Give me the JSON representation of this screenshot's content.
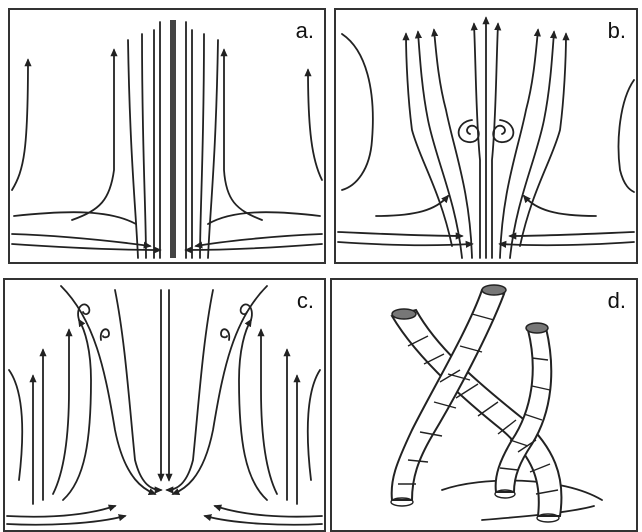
{
  "panels": [
    {
      "id": "a",
      "label": "a."
    },
    {
      "id": "b",
      "label": "b."
    },
    {
      "id": "c",
      "label": "c."
    },
    {
      "id": "d",
      "label": "d."
    }
  ],
  "colors": {
    "ink": "#222222",
    "background": "#ffffff",
    "cap": "#777777"
  }
}
